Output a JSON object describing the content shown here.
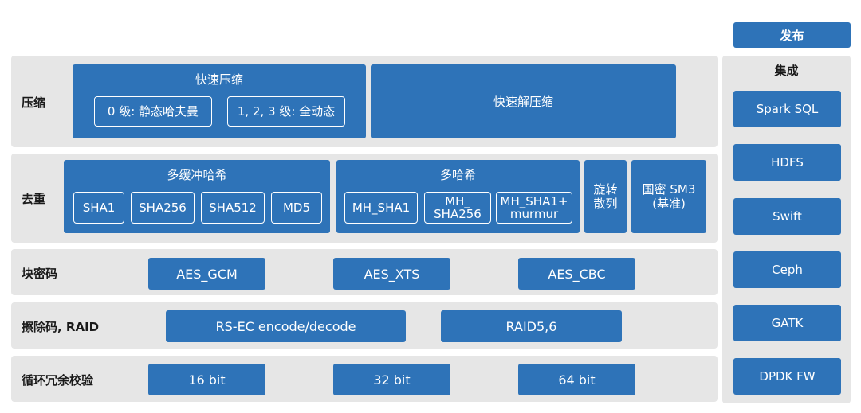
{
  "publish": "发布",
  "integration": {
    "title": "集成",
    "items": [
      "Spark SQL",
      "HDFS",
      "Swift",
      "Ceph",
      "GATK",
      "DPDK FW"
    ]
  },
  "rows": {
    "compression": {
      "label": "压缩",
      "fast_compress": {
        "title": "快速压缩",
        "level0": "0 级: 静态哈夫曼",
        "level123": "1, 2, 3 级: 全动态"
      },
      "fast_decompress": "快速解压缩"
    },
    "dedup": {
      "label": "去重",
      "multi_buffer": {
        "title": "多缓冲哈希",
        "items": [
          "SHA1",
          "SHA256",
          "SHA512",
          "MD5"
        ]
      },
      "multi_hash": {
        "title": "多哈希",
        "items": [
          "MH_SHA1",
          "MH_ SHA256",
          "MH_SHA1+ murmur"
        ]
      },
      "rolling_hash": "旋转 散列",
      "sm3": "国密 SM3 (基准)"
    },
    "block_cipher": {
      "label": "块密码",
      "items": [
        "AES_GCM",
        "AES_XTS",
        "AES_CBC"
      ]
    },
    "erasure": {
      "label": "擦除码, RAID",
      "items": [
        "RS-EC encode/decode",
        "RAID5,6"
      ]
    },
    "crc": {
      "label": "循环冗余校验",
      "items": [
        "16 bit",
        "32 bit",
        "64 bit"
      ]
    }
  }
}
